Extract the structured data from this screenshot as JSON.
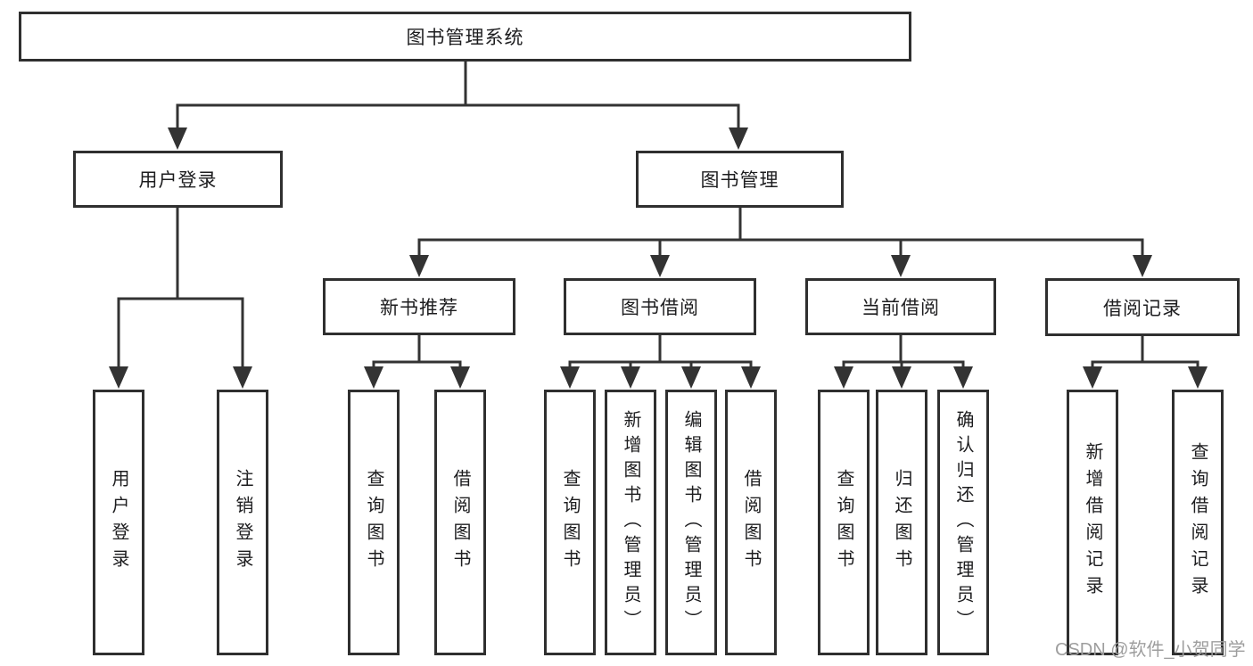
{
  "diagram_title": "图书管理系统",
  "nodes": {
    "root": "图书管理系统",
    "user_login": "用户登录",
    "book_mgmt": "图书管理",
    "new_book_rec": "新书推荐",
    "book_borrow": "图书借阅",
    "current_borrow": "当前借阅",
    "borrow_record": "借阅记录",
    "leaf_user_login": "用户登录",
    "leaf_logout": "注销登录",
    "leaf_rec_query_book": "查询图书",
    "leaf_rec_borrow_book": "借阅图书",
    "leaf_bb_query_book": "查询图书",
    "leaf_bb_add_book": "新增图书（管理员）",
    "leaf_bb_edit_book": "编辑图书（管理员）",
    "leaf_bb_borrow_book": "借阅图书",
    "leaf_cb_query_book": "查询图书",
    "leaf_cb_return_book": "归还图书",
    "leaf_cb_confirm_return": "确认归还（管理员）",
    "leaf_br_add_record": "新增借阅记录",
    "leaf_br_query_record": "查询借阅记录"
  },
  "hierarchy": {
    "图书管理系统": [
      "用户登录",
      "图书管理"
    ],
    "用户登录": [
      "用户登录",
      "注销登录"
    ],
    "图书管理": [
      "新书推荐",
      "图书借阅",
      "当前借阅",
      "借阅记录"
    ],
    "新书推荐": [
      "查询图书",
      "借阅图书"
    ],
    "图书借阅": [
      "查询图书",
      "新增图书（管理员）",
      "编辑图书（管理员）",
      "借阅图书"
    ],
    "当前借阅": [
      "查询图书",
      "归还图书",
      "确认归还（管理员）"
    ],
    "借阅记录": [
      "新增借阅记录",
      "查询借阅记录"
    ]
  },
  "colors": {
    "line": "#333333",
    "box_border": "#2f2f2f",
    "text": "#1d1d1f",
    "watermark": "#9e9e9e",
    "background": "#ffffff"
  },
  "watermark": "CSDN @软件_小贺同学"
}
